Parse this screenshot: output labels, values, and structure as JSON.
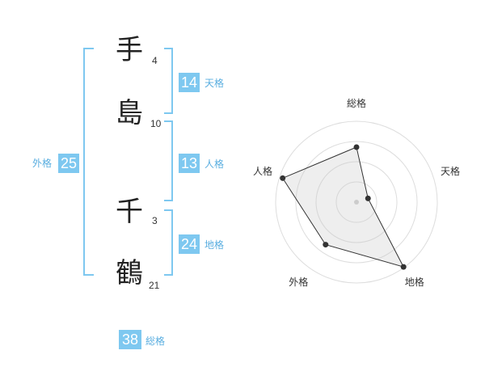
{
  "name_chars": [
    {
      "char": "手",
      "strokes": "4"
    },
    {
      "char": "島",
      "strokes": "10"
    },
    {
      "char": "千",
      "strokes": "3"
    },
    {
      "char": "鶴",
      "strokes": "21"
    }
  ],
  "kaku": {
    "tenkaku": {
      "value": "14",
      "label": "天格"
    },
    "jinkaku": {
      "value": "13",
      "label": "人格"
    },
    "chikaku": {
      "value": "24",
      "label": "地格"
    },
    "gaikaku": {
      "value": "25",
      "label": "外格"
    },
    "soukaku": {
      "value": "38",
      "label": "総格"
    }
  },
  "colors": {
    "accent": "#7ec8f0",
    "text": "#333333",
    "bracket": "#7ec8f0"
  },
  "chart_data": {
    "type": "radar",
    "categories": [
      "総格",
      "天格",
      "地格",
      "外格",
      "人格"
    ],
    "values": [
      0.68,
      0.15,
      0.99,
      0.65,
      0.96
    ],
    "rings": 4
  }
}
